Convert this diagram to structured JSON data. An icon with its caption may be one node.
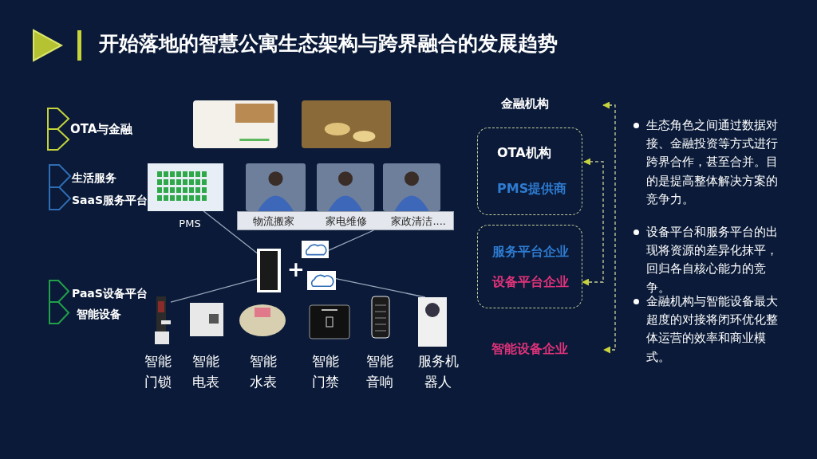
{
  "diagram": {
    "title": "开始落地的智慧公寓生态架构与跨界融合的发展趋势",
    "nodes": [
      {
        "text": [],
        "shape": "picture"
      },
      {
        "text": [],
        "shape": "picture"
      },
      {
        "text": [],
        "shape": "picture",
        "beside": [
          "PMS"
        ]
      },
      {
        "text": [],
        "shape": "picture"
      },
      {
        "text": [],
        "shape": "picture"
      },
      {
        "text": [],
        "shape": "picture"
      },
      {
        "text": [
          "物流搬家",
          "家电维修",
          "家政清洁...."
        ]
      },
      {
        "text": [],
        "shape": "picture"
      },
      {
        "text": [],
        "shape": "cloud"
      },
      {
        "text": [],
        "shape": "cloud"
      },
      {
        "text": [],
        "shape": "picture",
        "beside": [
          "智能门锁"
        ]
      },
      {
        "text": [],
        "shape": "picture",
        "beside": [
          "智能电表"
        ]
      },
      {
        "text": [],
        "shape": "picture",
        "beside": [
          "智能水表"
        ]
      },
      {
        "text": [],
        "shape": "picture",
        "beside": [
          "智能门禁"
        ]
      },
      {
        "text": [],
        "shape": "picture",
        "beside": [
          "智能音响"
        ]
      },
      {
        "text": [],
        "shape": "picture",
        "beside": [
          "服务机器人"
        ]
      },
      {
        "text": [
          "金融机构"
        ]
      },
      {
        "text": [],
        "shape": "box"
      },
      {
        "text": [
          "OTA机构"
        ],
        "in": 17
      },
      {
        "text": [
          "PMS提供商"
        ],
        "in": 17
      },
      {
        "text": [],
        "shape": "box"
      },
      {
        "text": [
          "服务平台企业"
        ],
        "in": 20
      },
      {
        "text": [
          "设备平台企业"
        ],
        "in": 20
      },
      {
        "text": [
          "智能设备企业"
        ]
      }
    ],
    "edges": [
      {
        "from": 2,
        "to": 7,
        "arrow": "none"
      },
      {
        "from": 6,
        "to": 8,
        "arrow": "none"
      },
      {
        "from": 7,
        "to": 10,
        "arrow": "none"
      },
      {
        "from": 9,
        "to": 15,
        "arrow": "none"
      },
      {
        "from": 16,
        "to": 23,
        "arrow": "both",
        "style": "dashed"
      },
      {
        "from": 17,
        "to": 22,
        "arrow": "both",
        "style": "dashed"
      }
    ],
    "labels": [
      "OTA与金融",
      "生活服务",
      "SaaS服务平台",
      "PaaS设备平台",
      "智能设备",
      "+",
      "生态角色之间通过数据对接、金融投资等方式进行跨界合作，甚至合并。目的是提高整体解决方案的竞争力。",
      "设备平台和服务平台的出现将资源的差异化抹平，回归各自核心能力的竞争。",
      "金融机构与智能设备最大超度的对接将闭环优化整体运营的效率和商业模式。"
    ]
  }
}
